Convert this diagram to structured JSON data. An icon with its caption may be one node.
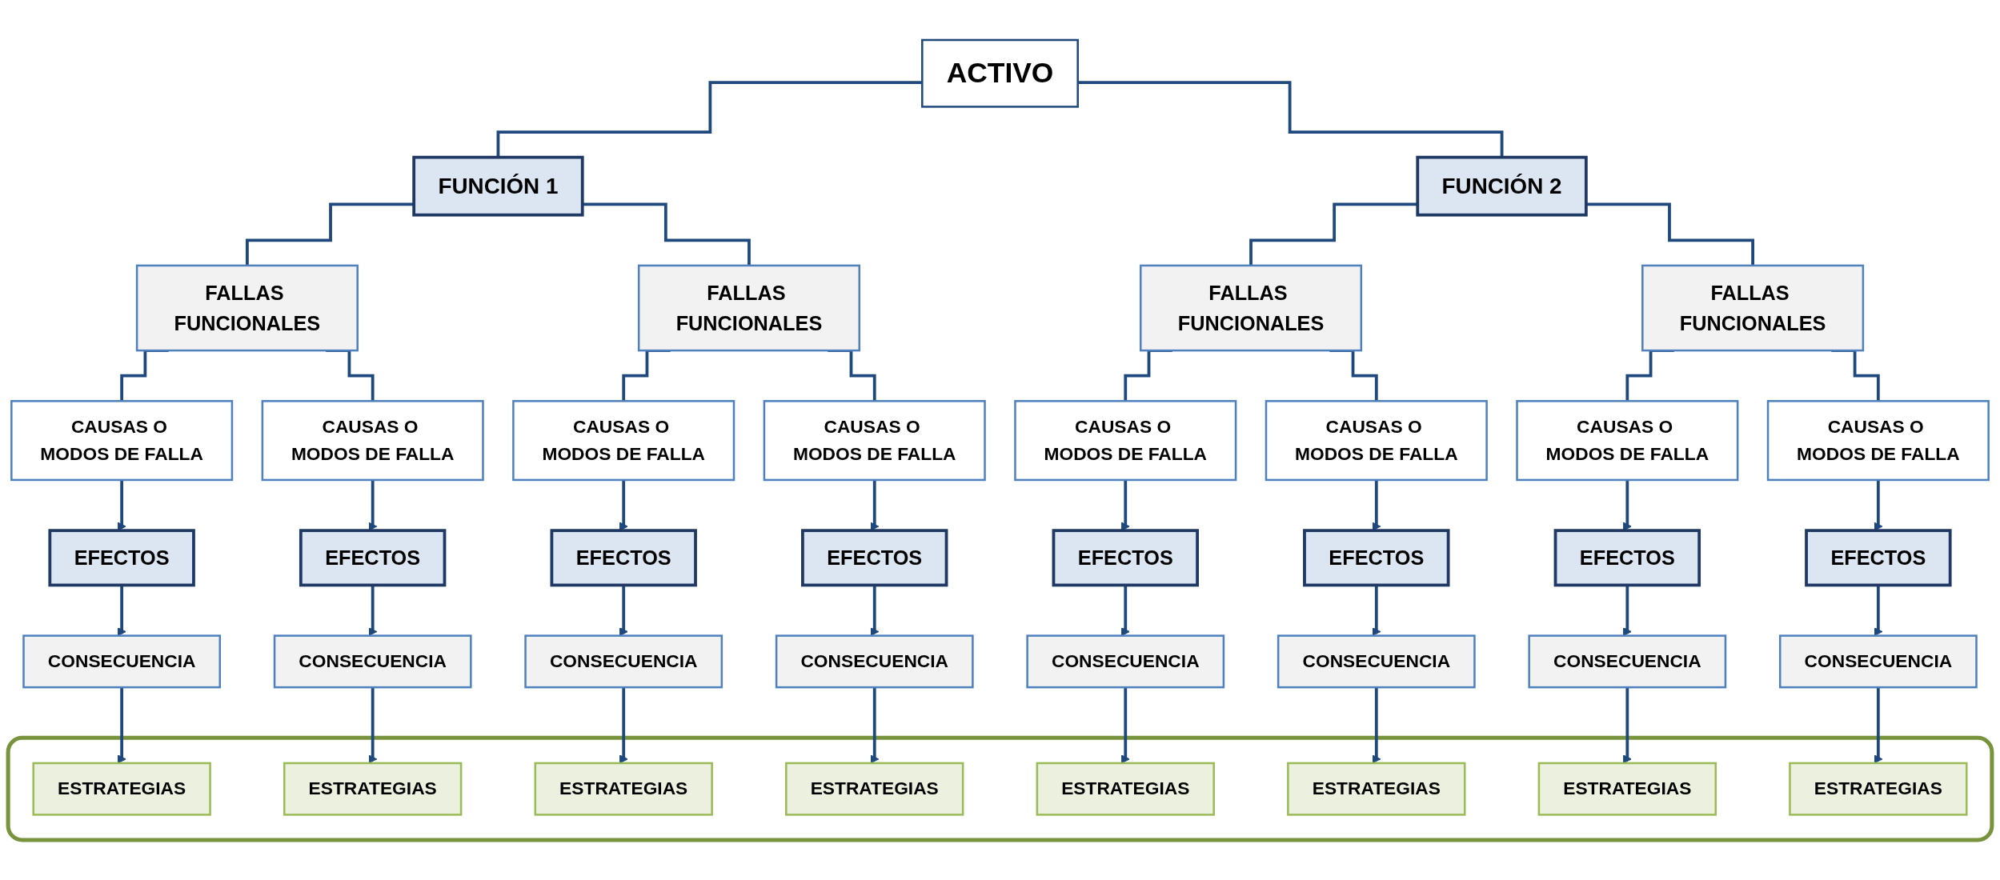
{
  "diagram": {
    "nodes": [
      {
        "text": [
          "ACTIVO"
        ]
      },
      {
        "text": [
          "FUNCIÓN 1"
        ]
      },
      {
        "text": [
          "FUNCIÓN 2"
        ]
      },
      {
        "text": [
          "FALLAS FUNCIONALES"
        ]
      },
      {
        "text": [
          "FALLAS FUNCIONALES"
        ]
      },
      {
        "text": [
          "FALLAS FUNCIONALES"
        ]
      },
      {
        "text": [
          "FALLAS FUNCIONALES"
        ]
      },
      {
        "text": [
          "CAUSAS O MODOS DE FALLA"
        ]
      },
      {
        "text": [
          "CAUSAS O MODOS DE FALLA"
        ]
      },
      {
        "text": [
          "CAUSAS O MODOS DE FALLA"
        ]
      },
      {
        "text": [
          "CAUSAS O MODOS DE FALLA"
        ]
      },
      {
        "text": [
          "CAUSAS O MODOS DE FALLA"
        ]
      },
      {
        "text": [
          "CAUSAS O MODOS DE FALLA"
        ]
      },
      {
        "text": [
          "CAUSAS O MODOS DE FALLA"
        ]
      },
      {
        "text": [
          "CAUSAS O MODOS DE FALLA"
        ]
      },
      {
        "text": [
          "EFECTOS"
        ]
      },
      {
        "text": [
          "EFECTOS"
        ]
      },
      {
        "text": [
          "EFECTOS"
        ]
      },
      {
        "text": [
          "EFECTOS"
        ]
      },
      {
        "text": [
          "EFECTOS"
        ]
      },
      {
        "text": [
          "EFECTOS"
        ]
      },
      {
        "text": [
          "EFECTOS"
        ]
      },
      {
        "text": [
          "EFECTOS"
        ]
      },
      {
        "text": [
          "CONSECUENCIA"
        ]
      },
      {
        "text": [
          "CONSECUENCIA"
        ]
      },
      {
        "text": [
          "CONSECUENCIA"
        ]
      },
      {
        "text": [
          "CONSECUENCIA"
        ]
      },
      {
        "text": [
          "CONSECUENCIA"
        ]
      },
      {
        "text": [
          "CONSECUENCIA"
        ]
      },
      {
        "text": [
          "CONSECUENCIA"
        ]
      },
      {
        "text": [
          "CONSECUENCIA"
        ]
      },
      {
        "text": [],
        "shape": "box"
      },
      {
        "text": [
          "ESTRATEGIAS"
        ],
        "in": 31
      },
      {
        "text": [
          "ESTRATEGIAS"
        ],
        "in": 31
      },
      {
        "text": [
          "ESTRATEGIAS"
        ],
        "in": 31
      },
      {
        "text": [
          "ESTRATEGIAS"
        ],
        "in": 31
      },
      {
        "text": [
          "ESTRATEGIAS"
        ],
        "in": 31
      },
      {
        "text": [
          "ESTRATEGIAS"
        ],
        "in": 31
      },
      {
        "text": [
          "ESTRATEGIAS"
        ],
        "in": 31
      },
      {
        "text": [
          "ESTRATEGIAS"
        ],
        "in": 31
      }
    ],
    "edges": [
      {
        "from": 0,
        "to": 1,
        "arrow": "none"
      },
      {
        "from": 0,
        "to": 2,
        "arrow": "none"
      },
      {
        "from": 1,
        "to": 3,
        "arrow": "none"
      },
      {
        "from": 1,
        "to": 4,
        "arrow": "none"
      },
      {
        "from": 2,
        "to": 5,
        "arrow": "none"
      },
      {
        "from": 2,
        "to": 6,
        "arrow": "none"
      },
      {
        "from": 3,
        "to": 7,
        "arrow": "none"
      },
      {
        "from": 3,
        "to": 8,
        "arrow": "none"
      },
      {
        "from": 4,
        "to": 9,
        "arrow": "none"
      },
      {
        "from": 4,
        "to": 10,
        "arrow": "none"
      },
      {
        "from": 5,
        "to": 11,
        "arrow": "none"
      },
      {
        "from": 5,
        "to": 12,
        "arrow": "none"
      },
      {
        "from": 6,
        "to": 13,
        "arrow": "none"
      },
      {
        "from": 6,
        "to": 14,
        "arrow": "none"
      },
      {
        "from": 7,
        "to": 15,
        "arrow": "to"
      },
      {
        "from": 8,
        "to": 16,
        "arrow": "to"
      },
      {
        "from": 9,
        "to": 17,
        "arrow": "to"
      },
      {
        "from": 10,
        "to": 18,
        "arrow": "to"
      },
      {
        "from": 11,
        "to": 19,
        "arrow": "to"
      },
      {
        "from": 12,
        "to": 20,
        "arrow": "to"
      },
      {
        "from": 13,
        "to": 21,
        "arrow": "to"
      },
      {
        "from": 14,
        "to": 22,
        "arrow": "to"
      },
      {
        "from": 15,
        "to": 23,
        "arrow": "to"
      },
      {
        "from": 16,
        "to": 24,
        "arrow": "to"
      },
      {
        "from": 17,
        "to": 25,
        "arrow": "to"
      },
      {
        "from": 18,
        "to": 26,
        "arrow": "to"
      },
      {
        "from": 19,
        "to": 27,
        "arrow": "to"
      },
      {
        "from": 20,
        "to": 28,
        "arrow": "to"
      },
      {
        "from": 21,
        "to": 29,
        "arrow": "to"
      },
      {
        "from": 22,
        "to": 30,
        "arrow": "to"
      },
      {
        "from": 23,
        "to": 32,
        "arrow": "to"
      },
      {
        "from": 24,
        "to": 33,
        "arrow": "to"
      },
      {
        "from": 25,
        "to": 34,
        "arrow": "to"
      },
      {
        "from": 26,
        "to": 35,
        "arrow": "to"
      },
      {
        "from": 27,
        "to": 36,
        "arrow": "to"
      },
      {
        "from": 28,
        "to": 37,
        "arrow": "to"
      },
      {
        "from": 29,
        "to": 38,
        "arrow": "to"
      },
      {
        "from": 30,
        "to": 39,
        "arrow": "to"
      }
    ]
  }
}
